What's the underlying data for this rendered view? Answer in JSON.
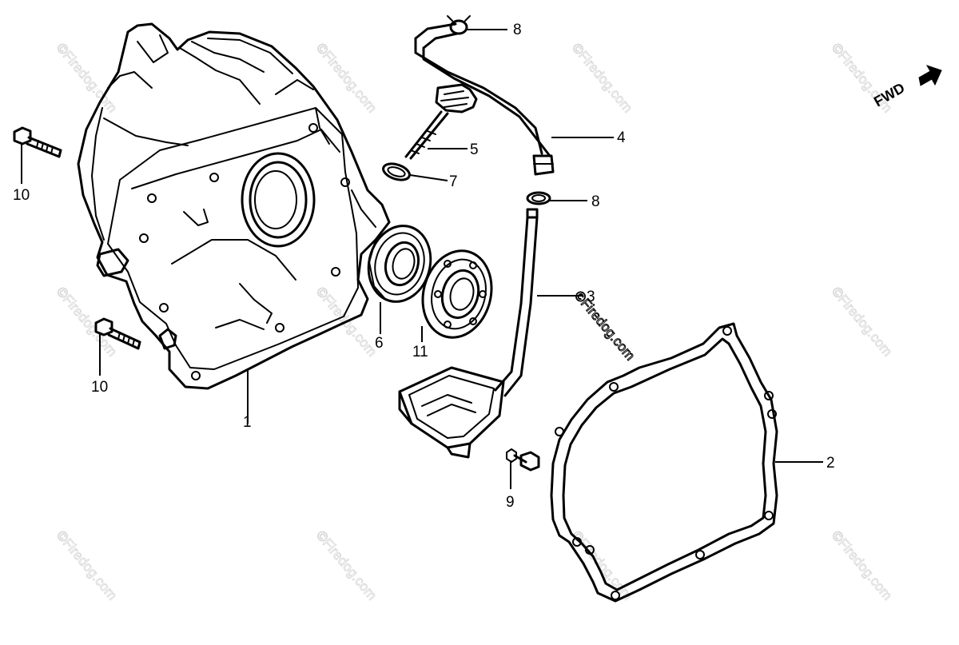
{
  "diagram": {
    "direction_label": "FWD",
    "watermark_text": "©Firedog.com",
    "callouts": {
      "c1": "1",
      "c2": "2",
      "c3": "3",
      "c4": "4",
      "c5": "5",
      "c6": "6",
      "c7": "7",
      "c8_top": "8",
      "c8_mid": "8",
      "c9": "9",
      "c10_top": "10",
      "c10_bottom": "10",
      "c11": "11"
    }
  }
}
